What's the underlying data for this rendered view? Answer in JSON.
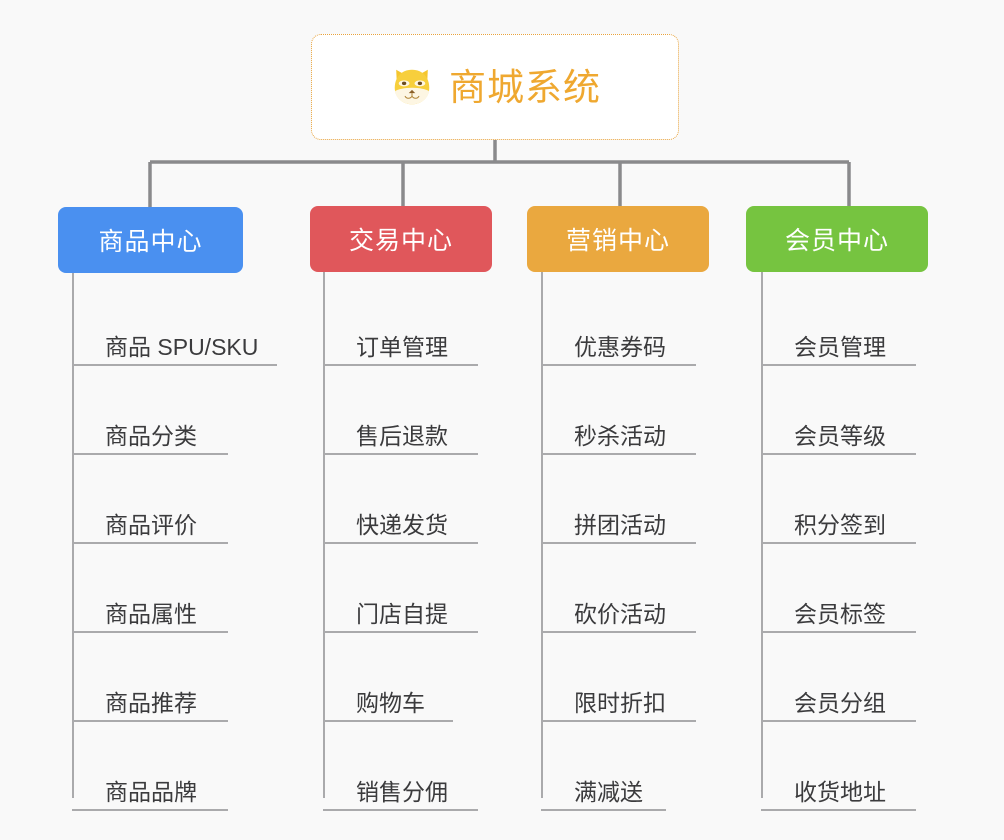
{
  "background_color": "#f9f9f9",
  "root": {
    "title": "商城系统",
    "icon": "shiba-dog-icon",
    "text_color": "#efa830",
    "border_color": "#e8a33d",
    "fill_color": "#ffffff"
  },
  "connector_color": "#8a8a8c",
  "columns": [
    {
      "label": "商品中心",
      "color": "#4a90f0",
      "items": [
        "商品 SPU/SKU",
        "商品分类",
        "商品评价",
        "商品属性",
        "商品推荐",
        "商品品牌"
      ]
    },
    {
      "label": "交易中心",
      "color": "#e0575b",
      "items": [
        "订单管理",
        "售后退款",
        "快递发货",
        "门店自提",
        "购物车",
        "销售分佣"
      ]
    },
    {
      "label": "营销中心",
      "color": "#eaa83f",
      "items": [
        "优惠券码",
        "秒杀活动",
        "拼团活动",
        "砍价活动",
        "限时折扣",
        "满减送"
      ]
    },
    {
      "label": "会员中心",
      "color": "#76c440",
      "items": [
        "会员管理",
        "会员等级",
        "积分签到",
        "会员标签",
        "会员分组",
        "收货地址"
      ]
    }
  ]
}
